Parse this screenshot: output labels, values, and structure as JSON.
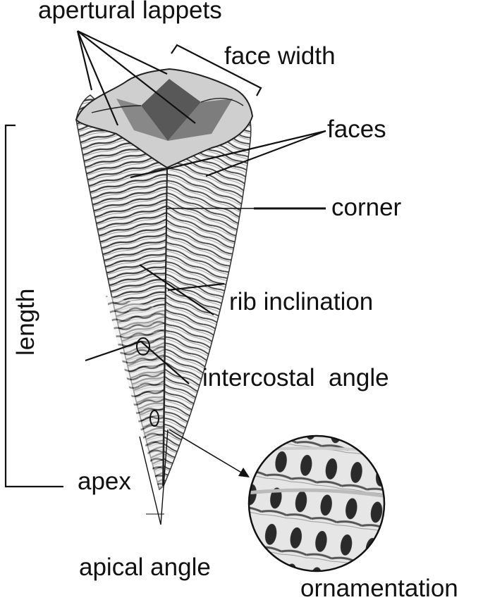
{
  "labels": {
    "apertural_lappets": "apertural lappets",
    "face_width": "face width",
    "faces": "faces",
    "corner": "corner",
    "length": "length",
    "rib_inclination": "rib inclination",
    "intercostal_angle": "intercostal  angle",
    "apex": "apex",
    "apical_angle": "apical angle",
    "ornamentation": "ornamentation"
  }
}
